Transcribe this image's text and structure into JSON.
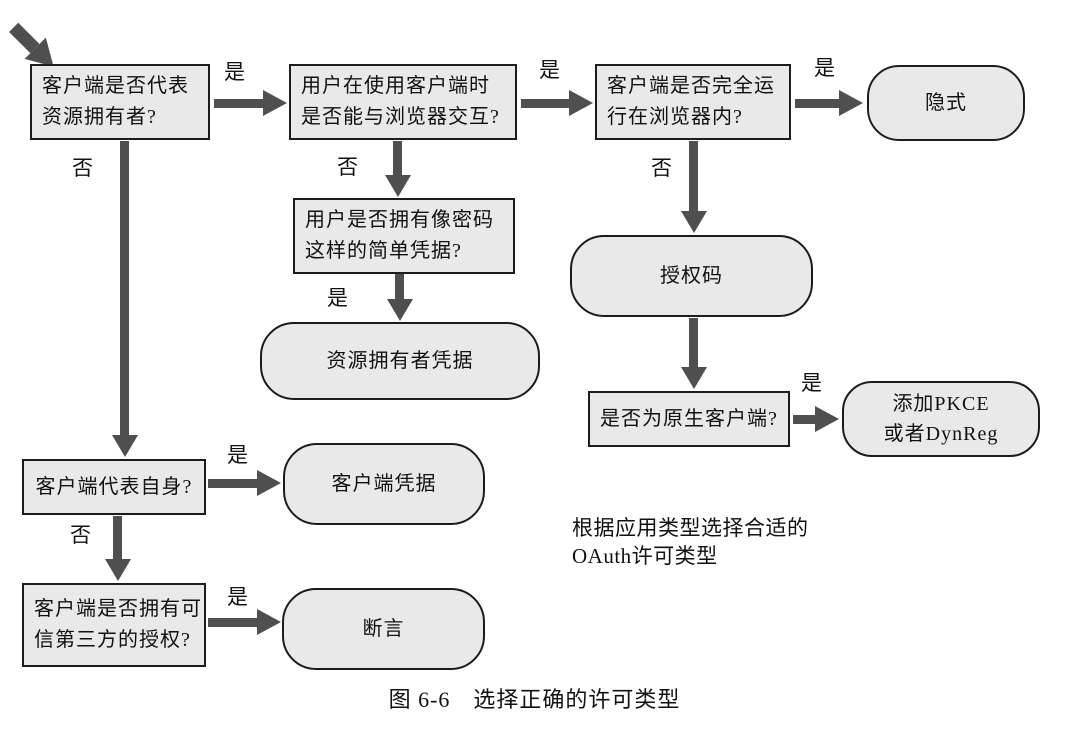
{
  "diagram": {
    "labels": {
      "yes": "是",
      "no": "否"
    },
    "nodes": {
      "q_represent": {
        "l1": "客户端是否代表",
        "l2": "资源拥有者?"
      },
      "q_browser_interact": {
        "l1": "用户在使用客户端时",
        "l2": "是否能与浏览器交互?"
      },
      "q_in_browser": {
        "l1": "客户端是否完全运",
        "l2": "行在浏览器内?"
      },
      "q_simple_creds": {
        "l1": "用户是否拥有像密码",
        "l2": "这样的简单凭据?"
      },
      "q_native": {
        "l1": "是否为原生客户端?"
      },
      "q_self": {
        "l1": "客户端代表自身?"
      },
      "q_third_party": {
        "l1": "客户端是否拥有可",
        "l2": "信第三方的授权?"
      }
    },
    "terminals": {
      "implicit": {
        "l1": "隐式"
      },
      "auth_code": {
        "l1": "授权码"
      },
      "owner_creds": {
        "l1": "资源拥有者凭据"
      },
      "pkce": {
        "l1": "添加PKCE",
        "l2": "或者DynReg"
      },
      "client_creds": {
        "l1": "客户端凭据"
      },
      "assertion": {
        "l1": "断言"
      }
    },
    "annotation": {
      "l1": "根据应用类型选择合适的",
      "l2": "OAuth许可类型"
    },
    "caption": "图 6-6　选择正确的许可类型"
  },
  "colors": {
    "node-fill": "#e9e9e9",
    "node-border": "#1c1c1c",
    "arrow": "#4f4f4f",
    "text": "#111111",
    "bg": "#ffffff"
  }
}
